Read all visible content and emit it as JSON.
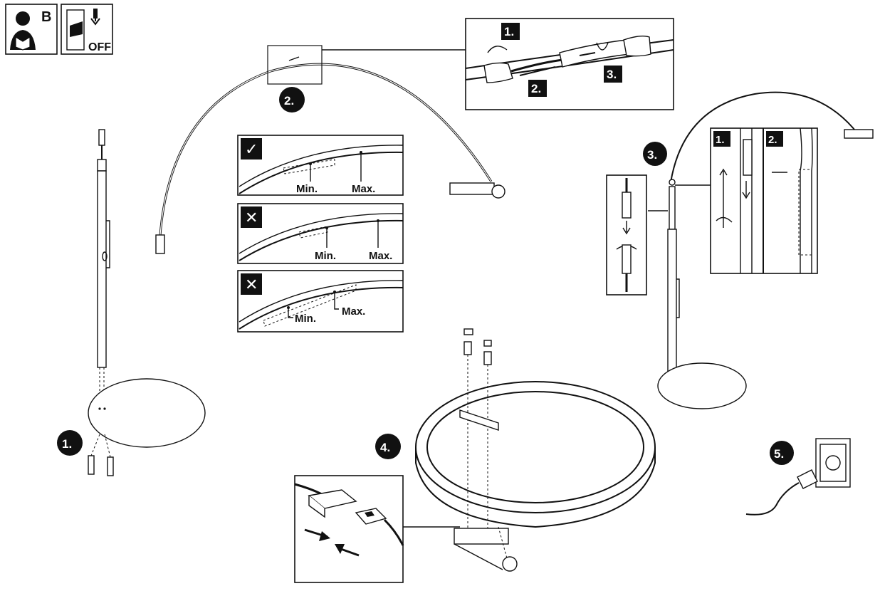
{
  "header_icons": {
    "read_manual_letter": "B",
    "power_off_label": "OFF"
  },
  "steps": [
    {
      "id": "step-1",
      "label": "1."
    },
    {
      "id": "step-2",
      "label": "2."
    },
    {
      "id": "step-3",
      "label": "3."
    },
    {
      "id": "step-4",
      "label": "4."
    },
    {
      "id": "step-5",
      "label": "5."
    }
  ],
  "detail_step2": {
    "substeps": [
      "1.",
      "2.",
      "3."
    ]
  },
  "insertion_panels": [
    {
      "status": "correct",
      "status_icon": "✓",
      "min_label": "Min.",
      "max_label": "Max."
    },
    {
      "status": "incorrect",
      "status_icon": "✕",
      "min_label": "Min.",
      "max_label": "Max."
    },
    {
      "status": "incorrect",
      "status_icon": "✕",
      "min_label": "Min.",
      "max_label": "Max."
    }
  ],
  "detail_step3": {
    "substeps": [
      "1.",
      "2."
    ]
  },
  "colors": {
    "ink": "#111111",
    "paper": "#ffffff"
  }
}
